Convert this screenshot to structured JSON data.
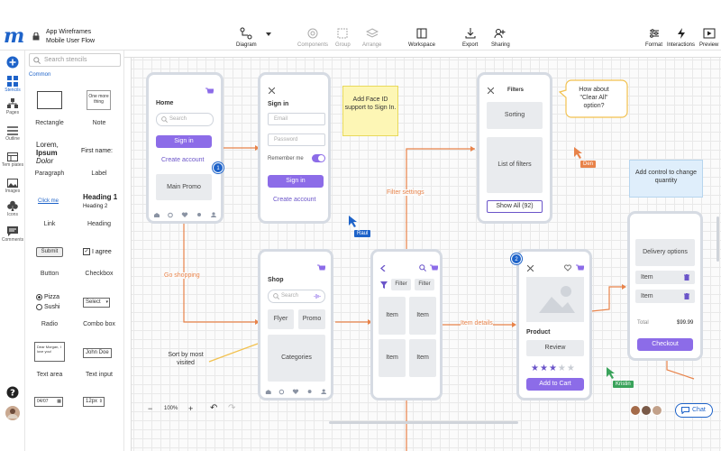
{
  "app": {
    "doc_title_line1": "App Wireframes",
    "doc_title_line2": "Mobile User Flow"
  },
  "toolbar": {
    "diagram": "Diagram",
    "components": "Components",
    "group": "Group",
    "arrange": "Arrange",
    "workspace": "Workspace",
    "export": "Export",
    "sharing": "Sharing",
    "format": "Format",
    "interactions": "Interactions",
    "preview": "Preview"
  },
  "left_tools": {
    "stencils": "Stencils",
    "pages": "Pages",
    "outline": "Outline",
    "templates_1": "Tem plates",
    "images": "Images",
    "icons": "Icons",
    "comments": "Comments"
  },
  "stencils": {
    "search_placeholder": "Search stencils",
    "section": "Common",
    "items": {
      "rectangle": "Rectangle",
      "note": "Note",
      "note_preview": "One more thing",
      "paragraph_preview_1": "Lorem,",
      "paragraph_preview_2": "Ipsum",
      "paragraph_preview_3": "Dolor",
      "paragraph": "Paragraph",
      "label_preview": "First name:",
      "label": "Label",
      "link_preview": "Click me",
      "link": "Link",
      "heading_preview_1": "Heading 1",
      "heading_preview_2": "Heading 2",
      "heading": "Heading",
      "button_preview": "Submit",
      "button": "Button",
      "checkbox_preview": "I agree",
      "checkbox": "Checkbox",
      "radio_preview_1": "Pizza",
      "radio_preview_2": "Sushi",
      "radio": "Radio",
      "combo_preview": "Select",
      "combo": "Combo box",
      "textarea_preview": "Dear Morgan, I love you!",
      "textarea": "Text area",
      "textinput_preview": "John Doe",
      "textinput": "Text input",
      "date_preview": "04/07",
      "font_preview": "12px"
    }
  },
  "canvas": {
    "home": {
      "title": "Home",
      "search": "Search",
      "signin": "Sign in",
      "create": "Create account",
      "promo": "Main Promo",
      "badge": "1"
    },
    "signin": {
      "title": "Sign in",
      "email": "Email",
      "password": "Password",
      "remember": "Remember me",
      "button": "Sign in",
      "create": "Create account"
    },
    "note_faceid": "Add Face ID support to Sign In.",
    "filters": {
      "title": "Filters",
      "sorting": "Sorting",
      "list": "List of filters",
      "show_all": "Show All (92)"
    },
    "bubble_clear": "How about \"Clear All\" option?",
    "cursor_den": "Den",
    "note_quantity": "Add control to change quantity",
    "shop": {
      "title": "Shop",
      "search": "Search",
      "flyer": "Flyer",
      "promo": "Promo",
      "categories": "Categories"
    },
    "list": {
      "filter1": "Filter",
      "filter2": "Filter",
      "item": "Item"
    },
    "product": {
      "badge": "2",
      "title": "Product",
      "review": "Review",
      "add": "Add to Cart"
    },
    "cart": {
      "delivery": "Delivery options",
      "item1": "Item",
      "item2": "Item",
      "total_label": "Total",
      "total_value": "$99.99",
      "checkout": "Checkout"
    },
    "labels": {
      "filter_settings": "Filter settings",
      "go_shopping": "Go shopping",
      "item_details": "Item details",
      "sort_by": "Sort by most visited"
    },
    "cursor_raul": "Raul",
    "cursor_kristin": "Kristin",
    "rating": 3
  },
  "bottom": {
    "zoom": "100%",
    "chat": "Chat"
  },
  "colors": {
    "accent": "#8c6ce8",
    "brand": "#1e63c9",
    "connector": "#e8834a"
  }
}
